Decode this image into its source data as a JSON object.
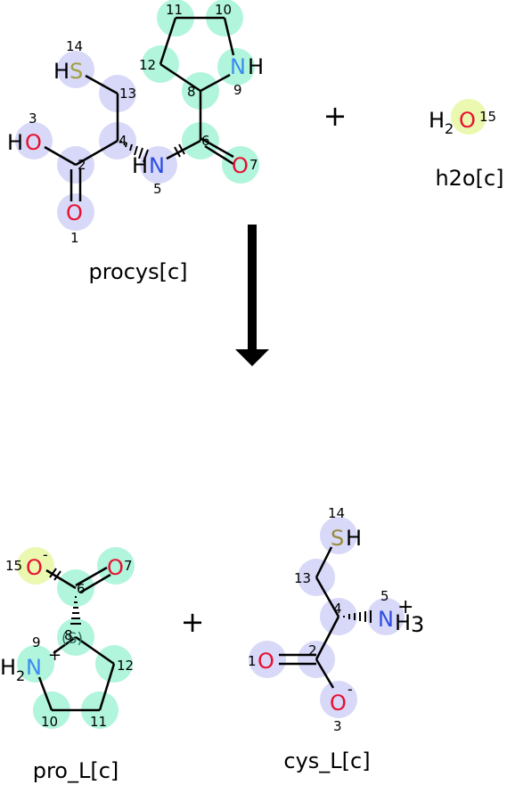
{
  "colors": {
    "background": "#ffffff",
    "bond": "#000000",
    "oxygen": "#e8102f",
    "nitrogen": "#2b4fe0",
    "nitrogen_light": "#3c8cf0",
    "sulfur": "#a0a040",
    "sulfur_dark": "#9a8a3a",
    "highlight_cys": "#d8d8f8",
    "highlight_pro": "#b0f5dc",
    "highlight_water": "#eaf8b0",
    "number": "#000000",
    "stereo_label": "#2f6f5f"
  },
  "reaction": {
    "arrow": "reaction-arrow",
    "plus_signs": [
      "+",
      "+"
    ]
  },
  "molecules": {
    "procys": {
      "name": "procys[c]",
      "atoms": {
        "O1": "O",
        "HO3_H": "H",
        "HO3_O": "O",
        "N5_H": "H",
        "N5_N": "N",
        "O7": "O",
        "N9_N": "N",
        "N9_H": "H",
        "S14_H": "H",
        "S14_S": "S"
      },
      "numbers": [
        "1",
        "2",
        "3",
        "4",
        "5",
        "6",
        "7",
        "8",
        "9",
        "10",
        "11",
        "12",
        "13",
        "14"
      ]
    },
    "h2o": {
      "name": "h2o[c]",
      "formula_h": "H",
      "formula_sub": "2",
      "formula_o": "O",
      "number": "15"
    },
    "pro_L": {
      "name": "pro_L[c]",
      "atoms": {
        "O15": "O",
        "O15_charge": "-",
        "O7": "O",
        "N9_H": "H",
        "N9_sub": "2",
        "N9_N": "N",
        "N9_charge": "+"
      },
      "stereo": "(S)",
      "numbers": [
        "6",
        "7",
        "8",
        "9",
        "10",
        "11",
        "12",
        "15"
      ]
    },
    "cys_L": {
      "name": "cys_L[c]",
      "atoms": {
        "S14_S": "S",
        "S14_H": "H",
        "N5_N": "N",
        "N5_H": "H",
        "N5_sub": "3",
        "N5_charge": "+",
        "O1": "O",
        "O3": "O",
        "O3_charge": "-"
      },
      "numbers": [
        "1",
        "2",
        "3",
        "4",
        "5",
        "13",
        "14"
      ]
    }
  }
}
